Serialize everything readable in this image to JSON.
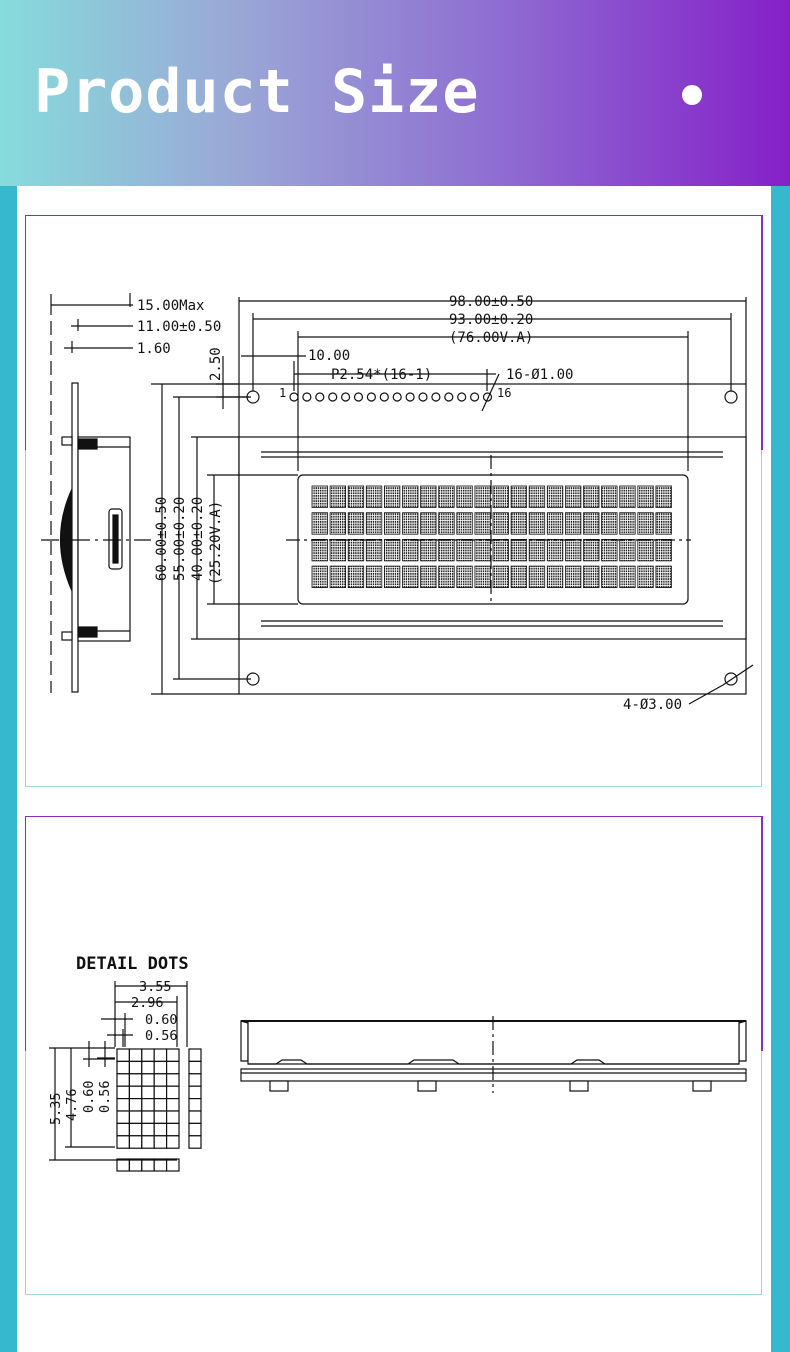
{
  "header": {
    "title": "Product Size",
    "colors": {
      "gradient_start": "#86dcdc",
      "gradient_end": "#8520c8",
      "side_bars": "#36b8cf",
      "panel_accent": "#8a2cc0"
    }
  },
  "drawing1": {
    "dim_thickness_max": "15.00Max",
    "dim_thickness_body": "11.00±0.50",
    "dim_pcb": "1.60",
    "dim_pin_offset_y": "2.50",
    "dim_pin_offset_x": "10.00",
    "dim_pitch": "P2.54*(16-1)",
    "dim_pin_holes": "16-Ø1.00",
    "pin_first": "1",
    "pin_last": "16",
    "dim_width_outer": "98.00±0.50",
    "dim_width_bezel": "93.00±0.20",
    "dim_width_va": "(76.00V.A)",
    "dim_height_outer": "60.00±0.50",
    "dim_height_bezel": "55.00±0.20",
    "dim_height_window": "40.00±0.20",
    "dim_height_va": "(25.20V.A)",
    "dim_mount_holes": "4-Ø3.00",
    "display": {
      "columns": 20,
      "rows": 4
    }
  },
  "drawing2": {
    "detail_title": "DETAIL DOTS",
    "dim_char_pitch": "3.55",
    "dim_char_width": "2.96",
    "dim_dot_pitch_x": "0.60",
    "dim_dot_size_x": "0.56",
    "dim_line_pitch": "5.35",
    "dim_char_height": "4.76",
    "dim_dot_pitch_y": "0.60",
    "dim_dot_size_y": "0.56",
    "dot_matrix": {
      "columns": 5,
      "rows": 8
    }
  }
}
